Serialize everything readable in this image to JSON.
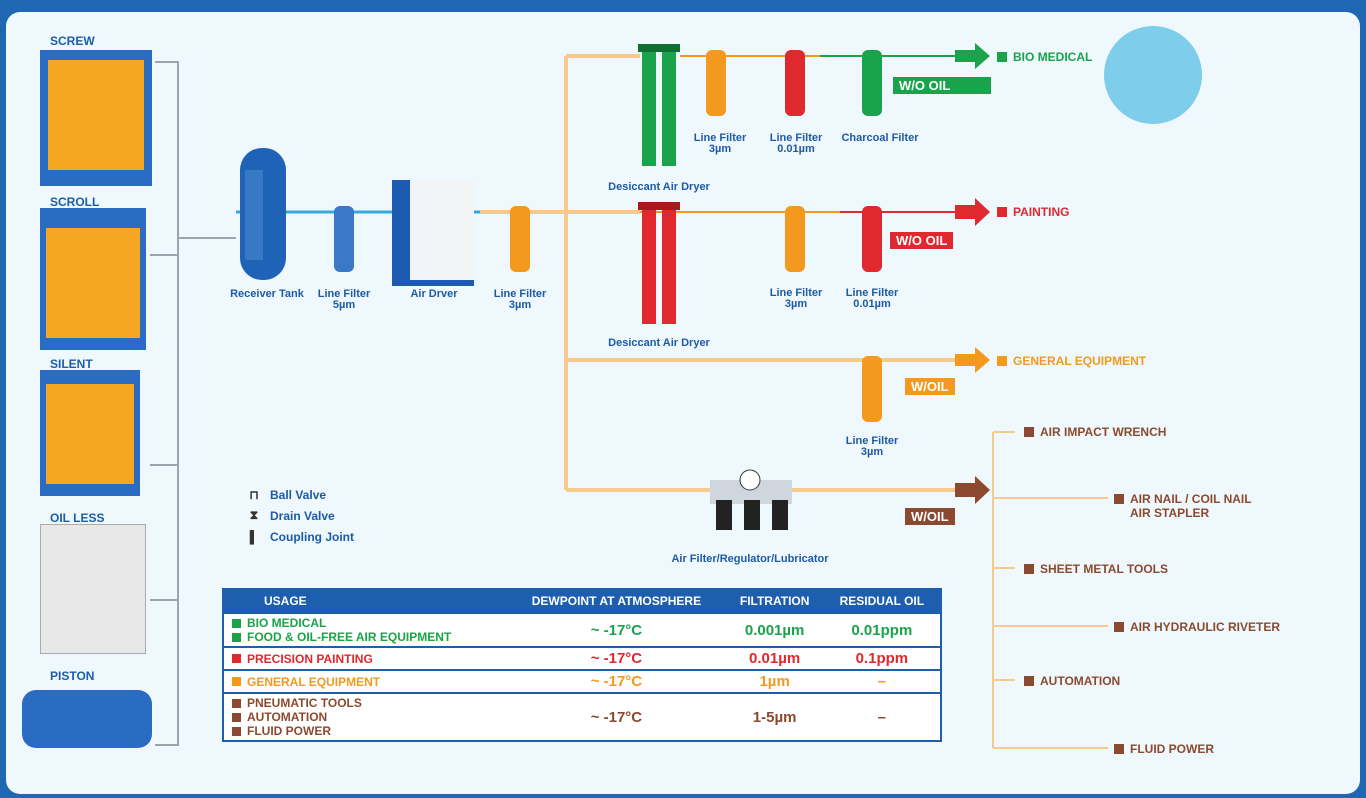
{
  "compressors": [
    "SCREW",
    "SCROLL",
    "SILENT",
    "OIL LESS",
    "PISTON"
  ],
  "equipment": {
    "receiver_tank": "Receiver Tank",
    "line_filter_5": "Line Filter 5µm",
    "air_dryer": "Air Drver",
    "line_filter_3": "Line Filter 3µm",
    "desiccant_1": "Desiccant Air Dryer",
    "desiccant_2": "Desiccant Air Dryer",
    "bio_lf_3": "Line Filter 3µm",
    "bio_lf_001": "Line Filter 0.01µm",
    "charcoal": "Charcoal Filter",
    "paint_lf_3": "Line Filter 3µm",
    "paint_lf_001": "Line Filter 0.01µm",
    "gen_lf_3": "Line Filter 3µm",
    "frl": "Air Filter/Regulator/Lubricator"
  },
  "tags": {
    "bio": "W/O OIL",
    "paint": "W/O OIL",
    "general": "W/OIL",
    "tools": "W/OIL"
  },
  "destinations": {
    "bio": "BIO MEDICAL",
    "paint": "PAINTING",
    "general": "GENERAL EQUIPMENT"
  },
  "tools": [
    "AIR IMPACT WRENCH",
    "AIR NAIL / COIL NAIL",
    "AIR STAPLER",
    "SHEET METAL TOOLS",
    "AIR HYDRAULIC RIVETER",
    "AUTOMATION",
    "FLUID POWER"
  ],
  "legend": {
    "ball_valve": "Ball Valve",
    "drain_valve": "Drain Valve",
    "coupling": "Coupling Joint"
  },
  "table": {
    "headers": [
      "USAGE",
      "DEWPOINT AT ATMOSPHERE",
      "FILTRATION",
      "RESIDUAL OIL"
    ],
    "rows": [
      {
        "usage": [
          "BIO MEDICAL",
          "FOOD & OIL-FREE AIR EQUIPMENT"
        ],
        "dewpoint": "~ -17°C",
        "filtration": "0.001µm",
        "oil": "0.01ppm",
        "color": "#1aa34a"
      },
      {
        "usage": [
          "PRECISION PAINTING"
        ],
        "dewpoint": "~ -17°C",
        "filtration": "0.01µm",
        "oil": "0.1ppm",
        "color": "#e0282f"
      },
      {
        "usage": [
          "GENERAL EQUIPMENT"
        ],
        "dewpoint": "~ -17°C",
        "filtration": "1µm",
        "oil": "–",
        "color": "#f39a1e"
      },
      {
        "usage": [
          "PNEUMATIC TOOLS",
          "AUTOMATION",
          "FLUID POWER"
        ],
        "dewpoint": "~ -17°C",
        "filtration": "1-5µm",
        "oil": "–",
        "color": "#8b4a2f"
      }
    ]
  },
  "colors": {
    "green": "#1aa34a",
    "red": "#e0282f",
    "orange": "#f39a1e",
    "brown": "#8b4a2f",
    "blue": "#1d5fae"
  }
}
